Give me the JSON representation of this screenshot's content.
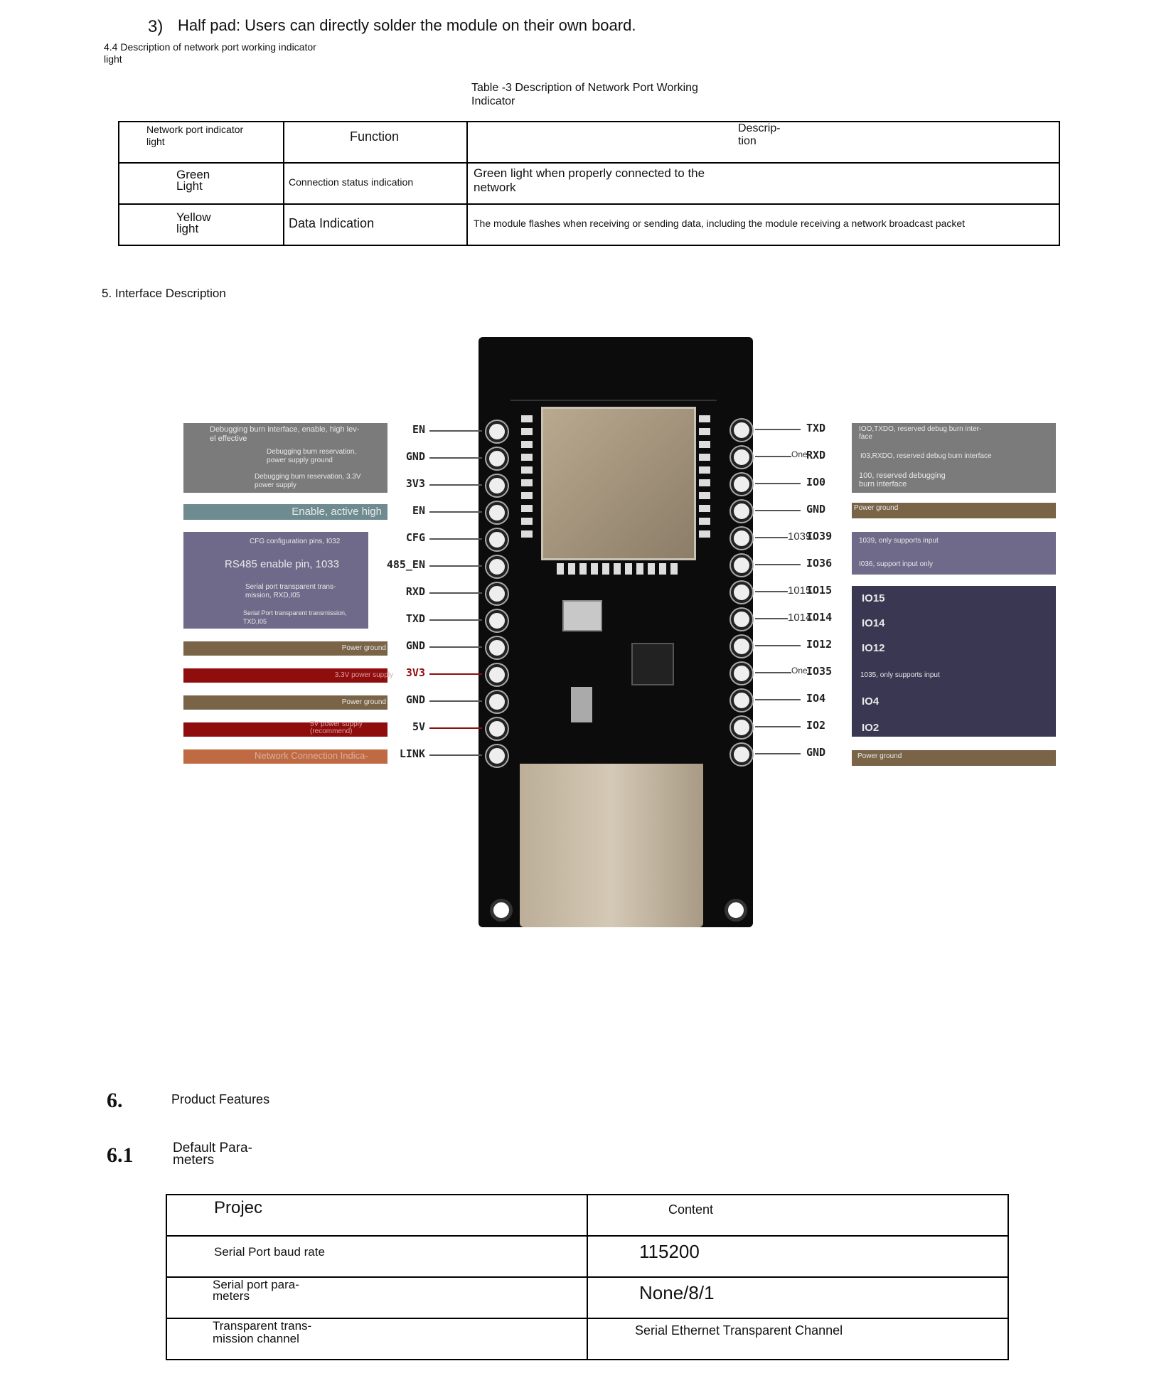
{
  "heading_3": {
    "num": "3)",
    "text": "Half pad: Users can directly solder the module on their own board."
  },
  "section_44": {
    "line1": "4.4 Description of network port working indicator",
    "line2": "light"
  },
  "table3": {
    "caption_line1": "Table -3 Description of Network Port Working",
    "caption_line2": "Indicator",
    "headers": {
      "col1_line1": "Network port indicator",
      "col1_line2": "light",
      "col2": "Function",
      "col3_line1": "Descrip-",
      "col3_line2": "tion"
    },
    "rows": [
      {
        "light_l1": "Green",
        "light_l2": "Light",
        "function": "Connection status indication",
        "desc_l1": "Green light when properly connected to the",
        "desc_l2": "network"
      },
      {
        "light_l1": "Yellow",
        "light_l2": "light",
        "function": "Data Indication",
        "desc_l1": "The module flashes when receiving or sending data, including the module receiving a network broadcast packet",
        "desc_l2": ""
      }
    ]
  },
  "section_5": "5. Interface Description",
  "diagram": {
    "left_pins": [
      "EN",
      "GND",
      "3V3",
      "EN",
      "CFG",
      "485_EN",
      "RXD",
      "TXD",
      "GND",
      "3V3",
      "GND",
      "5V",
      "LINK"
    ],
    "right_pins": [
      "TXD",
      "RXD",
      "IO0",
      "GND",
      "IO39",
      "IO36",
      "IO15",
      "IO14",
      "IO12",
      "IO35",
      "IO4",
      "IO2",
      "GND"
    ],
    "right_lead_texts": [
      "",
      "One",
      "",
      "",
      "1039.",
      "",
      "1015.",
      "1014.",
      "",
      "One",
      "",
      "",
      ""
    ],
    "left_boxes": {
      "debug1_l1": "Debugging burn interface, enable, high lev-",
      "debug1_l2": "el effective",
      "debug2_l1": "Debugging burn reservation,",
      "debug2_l2": "power supply ground",
      "debug3_l1": "Debugging burn reservation, 3.3V",
      "debug3_l2": "power supply",
      "enable": "Enable, active high",
      "cfg": "CFG configuration pins, I032",
      "rs485": "RS485 enable pin, 1033",
      "rxd_l1": "Serial port transparent trans-",
      "rxd_l2": "mission, RXD,I05",
      "txd_l1": "Serial Port transparent transmission,",
      "txd_l2": "TXD,I05",
      "gnd1": "Power ground",
      "v33": "3.3V power supply",
      "gnd2": "Power ground",
      "v5_l1": "5V power supply",
      "v5_l2": "(recommend)",
      "link": "Network Connection Indica-"
    },
    "right_boxes": {
      "txd_l1": "IOO,TXDO, reserved debug burn inter-",
      "txd_l2": "face",
      "rxd": "I03,RXDO, reserved debug burn interface",
      "io0_l1": "100, reserved debugging",
      "io0_l2": "burn interface",
      "gnd1": "Power ground",
      "io39": "1039, only supports input",
      "io36": "I036, support input only",
      "io15": "IO15",
      "io14": "IO14",
      "io12": "IO12",
      "io35": "1035, only supports input",
      "io4": "IO4",
      "io2": "IO2",
      "gnd2": "Power ground"
    },
    "colors": {
      "gray": "#7b7b7b",
      "teal": "#6e8c8f",
      "purple": "#6f6a8a",
      "brown": "#7a6447",
      "red": "#8f0d0d",
      "orange": "#c06a43",
      "navy": "#3a3752",
      "pcb": "#0c0c0c"
    }
  },
  "section_6": {
    "num": "6.",
    "title": "Product Features"
  },
  "section_61": {
    "num": "6.1",
    "title_l1": "Default Para-",
    "title_l2": "meters"
  },
  "params_table": {
    "header_col1": "Projec",
    "header_col2": "Content",
    "rows": [
      {
        "name_l1": "Serial Port baud rate",
        "name_l2": "",
        "value": "115200"
      },
      {
        "name_l1": "Serial port para-",
        "name_l2": "meters",
        "value": "None/8/1"
      },
      {
        "name_l1": "Transparent trans-",
        "name_l2": "mission channel",
        "value": "Serial Ethernet Transparent Channel"
      }
    ]
  }
}
